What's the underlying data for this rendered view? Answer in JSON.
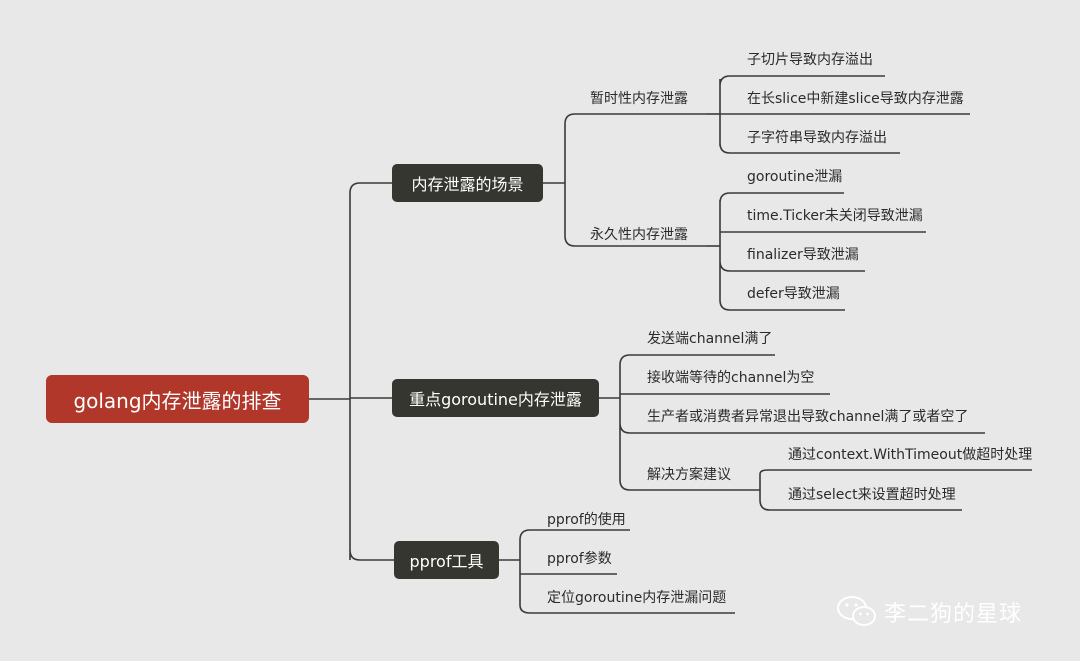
{
  "mindmap": {
    "root": "golang内存泄露的排查",
    "branches": [
      {
        "label": "内存泄露的场景",
        "children": [
          {
            "label": "暂时性内存泄露",
            "children": [
              "子切片导致内存溢出",
              "在长slice中新建slice导致内存泄露",
              "子字符串导致内存溢出"
            ]
          },
          {
            "label": "永久性内存泄露",
            "children": [
              "goroutine泄漏",
              "time.Ticker未关闭导致泄漏",
              "finalizer导致泄漏",
              "defer导致泄漏"
            ]
          }
        ]
      },
      {
        "label": "重点goroutine内存泄露",
        "children": [
          {
            "label": "发送端channel满了"
          },
          {
            "label": "接收端等待的channel为空"
          },
          {
            "label": "生产者或消费者异常退出导致channel满了或者空了"
          },
          {
            "label": "解决方案建议",
            "children": [
              "通过context.WithTimeout做超时处理",
              "通过select来设置超时处理"
            ]
          }
        ]
      },
      {
        "label": "pprof工具",
        "children": [
          {
            "label": "pprof的使用"
          },
          {
            "label": "pprof参数"
          },
          {
            "label": "定位goroutine内存泄漏问题"
          }
        ]
      }
    ]
  },
  "watermark": {
    "text": "李二狗的星球",
    "icon": "wechat-icon"
  },
  "colors": {
    "background": "#e8e8e8",
    "root": "#b0372a",
    "main": "#34362f",
    "line": "#3a3a3a"
  }
}
